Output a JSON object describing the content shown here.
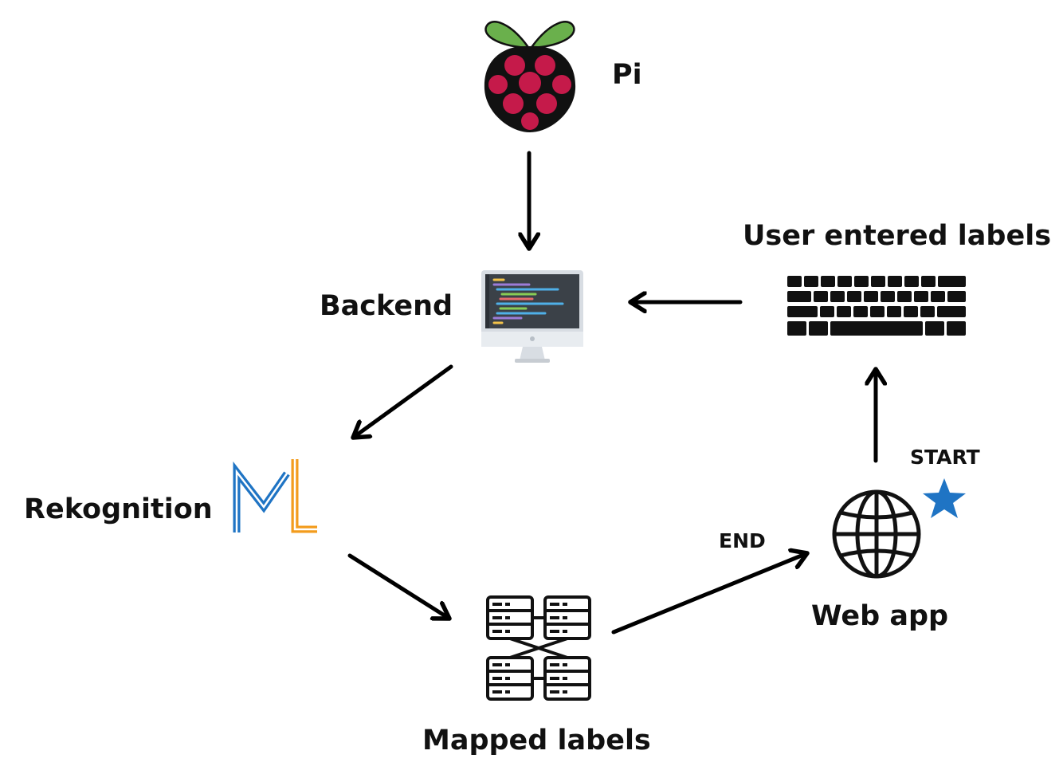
{
  "nodes": {
    "pi": {
      "label": "Pi",
      "icon": "raspberry-pi-icon"
    },
    "backend": {
      "label": "Backend",
      "icon": "computer-monitor-icon"
    },
    "user_labels": {
      "label": "User entered labels",
      "icon": "keyboard-icon"
    },
    "rekognition": {
      "label": "Rekognition",
      "icon": "ml-logo-icon"
    },
    "mapped": {
      "label": "Mapped labels",
      "icon": "server-network-icon"
    },
    "webapp": {
      "label": "Web app",
      "icon": "globe-icon"
    }
  },
  "markers": {
    "start": "START",
    "end": "END",
    "start_icon": "star-icon"
  },
  "colors": {
    "arrow": "#000000",
    "pi_leaf": "#6ab04c",
    "pi_berry": "#c51a4a",
    "ml_blue": "#1f74c4",
    "ml_orange": "#f39c1d",
    "star": "#1f74c4",
    "monitor_frame": "#d8dde3",
    "monitor_screen": "#3b4148"
  },
  "edges": [
    {
      "from": "pi",
      "to": "backend"
    },
    {
      "from": "user_labels",
      "to": "backend"
    },
    {
      "from": "backend",
      "to": "rekognition"
    },
    {
      "from": "rekognition",
      "to": "mapped"
    },
    {
      "from": "mapped",
      "to": "webapp"
    },
    {
      "from": "webapp",
      "to": "user_labels"
    }
  ]
}
